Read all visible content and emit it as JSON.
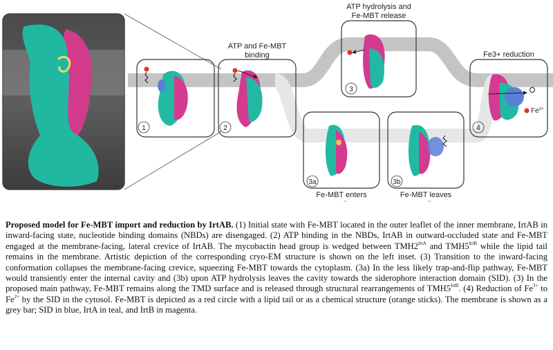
{
  "figure": {
    "stage_labels": {
      "binding": [
        "ATP and Fe-MBT",
        "binding"
      ],
      "release": [
        "ATP hydrolysis and",
        "Fe-MBT release"
      ],
      "reduction": [
        "Fe3+ reduction"
      ],
      "enters": [
        "Fe-MBT enters",
        "cavity"
      ],
      "leaves": [
        "Fe-MBT leaves",
        "cavity"
      ]
    },
    "panel_numbers": {
      "p1": "1",
      "p2": "2",
      "p3": "3",
      "p4": "4",
      "p3a": "3a",
      "p3b": "3b"
    },
    "fe_label": "Fe",
    "fe_charge": "2+"
  },
  "caption": {
    "title": "Proposed model for Fe-MBT import and reduction by IrtAB.",
    "t1": " (1) Initial state with Fe-MBT located in the outer leaflet of the inner membrane, IrtAB in inward-facing state, nucleotide binding domains (NBDs) are disengaged. (2) ATP binding in the NBDs, IrtAB in outward-occluded state and Fe-MBT engaged at the membrane-facing, lateral crevice of IrtAB. The mycobactin head group is wedged between TMH2",
    "s1": "IrtA",
    "t2": " and TMH5",
    "s2": "IrtB",
    "t3": " while the lipid tail remains in the membrane. Artistic depiction of the corresponding cryo-EM structure is shown on the left inset. (3) Transition to the inward-facing conformation collapses the membrane-facing crevice, squeezing Fe-MBT towards the cytoplasm. (3a) In the less likely trap-and-flip pathway, Fe-MBT would transiently enter the internal cavity and (3b) upon ATP hydrolysis leaves the cavity towards the siderophore interaction domain (SID). (3) In the proposed main pathway, Fe-MBT remains along the TMD surface and is released through structural rearrangements of TMH5",
    "s3": "IrtB",
    "t4": ". (4) Reduction of Fe",
    "s4": "3+",
    "t5": " to Fe",
    "s5": "2+",
    "t6": " by the SID in the cytosol. Fe-MBT is depicted as a red circle with a lipid tail or as a chemical structure (orange sticks). The membrane is shown as a grey bar; SID in blue, IrtA in teal, and IrtB in magenta."
  },
  "colors": {
    "irtA_teal": "#1fb39e",
    "irtB_magenta": "#d9358f",
    "sid_blue": "#5b7fd6",
    "membrane_grey": "#c4c4c4",
    "fe_mbt_red": "#e3311e",
    "fe_mbt_orange_sticks": "#e8c04a"
  }
}
